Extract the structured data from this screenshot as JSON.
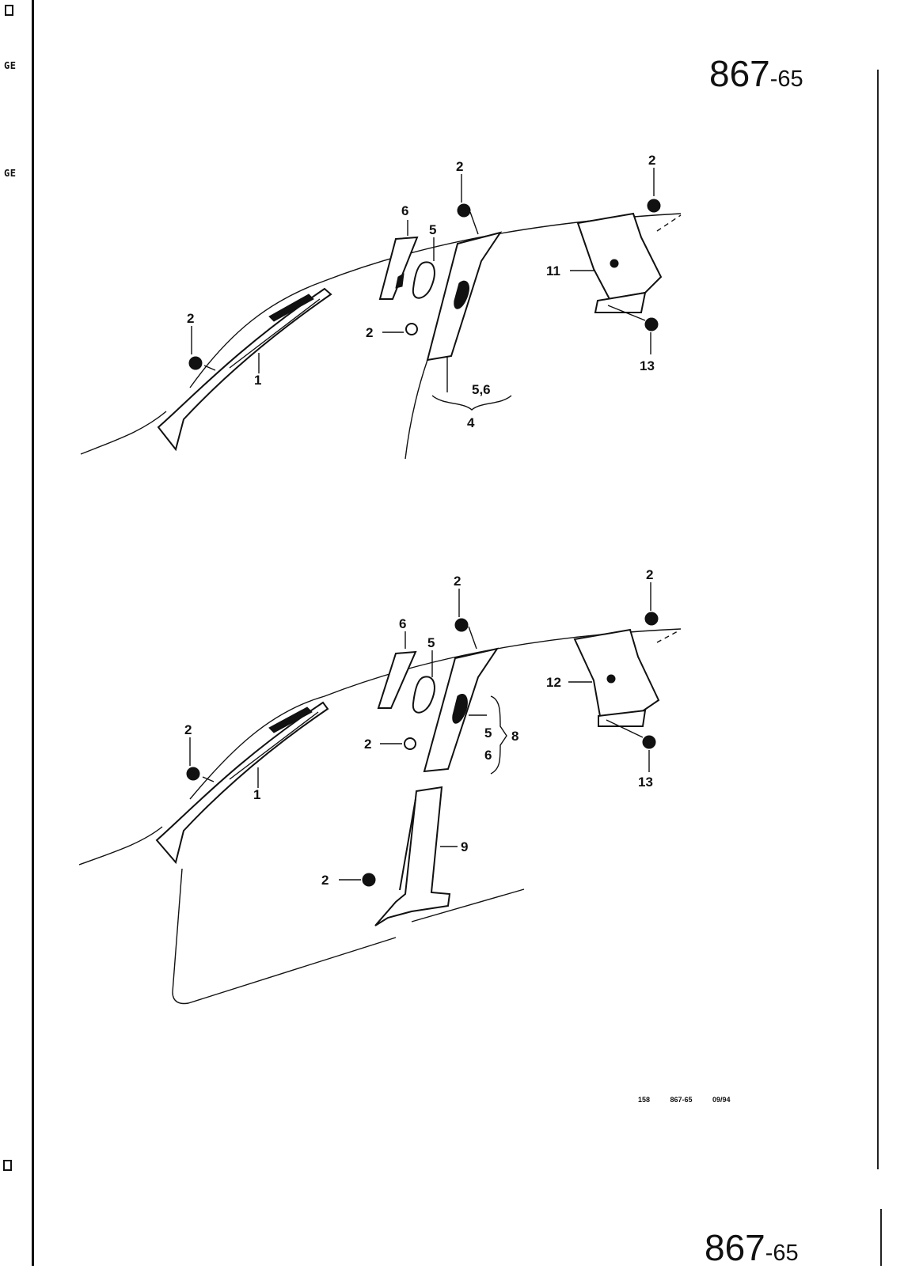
{
  "page": {
    "number_main": "867",
    "number_suffix": "-65",
    "side_labels": [
      "GE",
      "GE"
    ],
    "footer_code": "158   867-65   09/94"
  },
  "diagram_top": {
    "callouts": {
      "c1": "1",
      "c2a": "2",
      "c2b": "2",
      "c2c": "2",
      "c2d": "2",
      "c4": "4",
      "c56": "5,6",
      "c5": "5",
      "c6": "6",
      "c11": "11",
      "c13": "13"
    }
  },
  "diagram_bottom": {
    "callouts": {
      "c1": "1",
      "c2a": "2",
      "c2b": "2",
      "c2c": "2",
      "c2d": "2",
      "c2e": "2",
      "c5a": "5",
      "c6a": "6",
      "c5b": "5",
      "c6b": "6",
      "c8": "8",
      "c9": "9",
      "c12": "12",
      "c13": "13"
    }
  }
}
